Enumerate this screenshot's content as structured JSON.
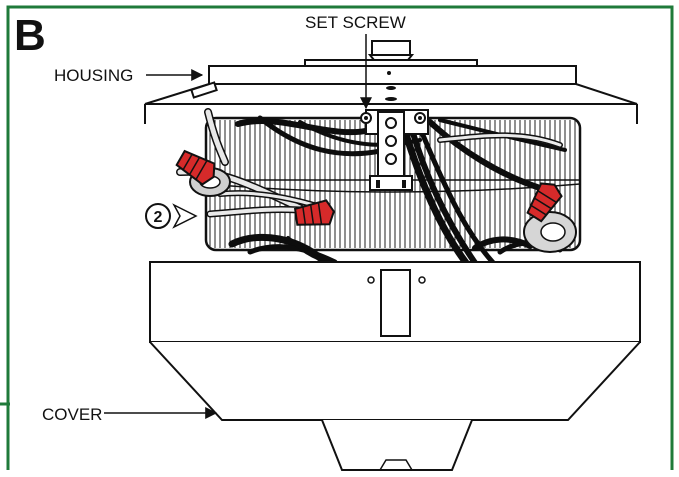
{
  "panel": {
    "letter": "B",
    "border_color": "#1f7a3a"
  },
  "labels": {
    "set_screw": "SET SCREW",
    "housing": "HOUSING",
    "cover": "COVER"
  },
  "step": {
    "number": "2"
  },
  "wire_nut_color": "#d62a2a"
}
